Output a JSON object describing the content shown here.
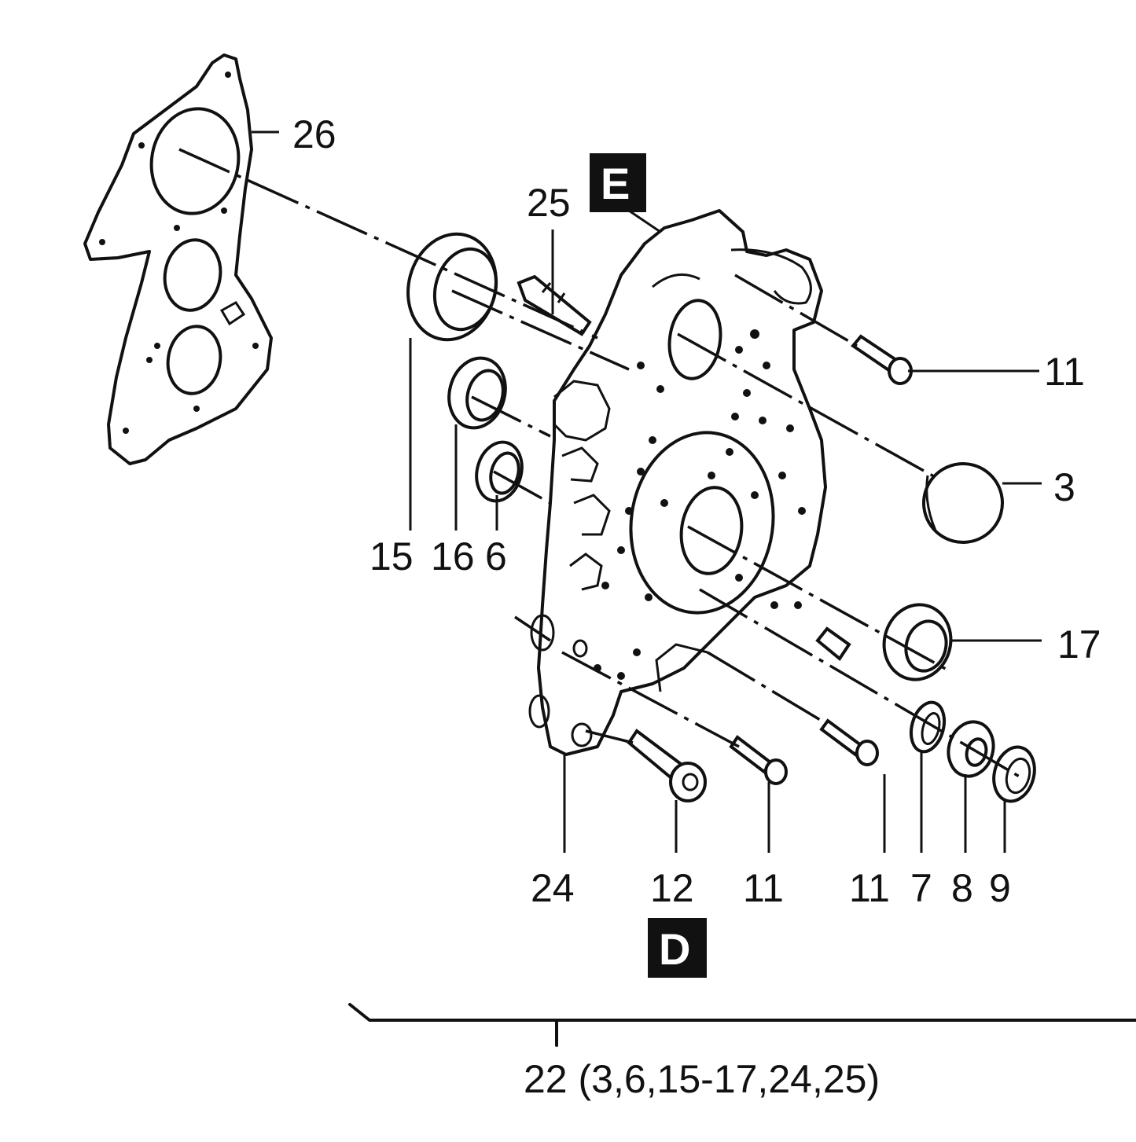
{
  "callouts": {
    "p26": "26",
    "p25": "25",
    "p11_top": "11",
    "p3": "3",
    "p17": "17",
    "p15": "15",
    "p16": "16",
    "p6": "6",
    "p24": "24",
    "p12": "12",
    "p11_mid": "11",
    "p11_right": "11",
    "p7": "7",
    "p8": "8",
    "p9": "9"
  },
  "view_markers": {
    "top": "E",
    "bottom": "D"
  },
  "assembly_label": "22 (3,6,15-17,24,25)",
  "colors": {
    "ink": "#111111",
    "paper": "#ffffff"
  }
}
